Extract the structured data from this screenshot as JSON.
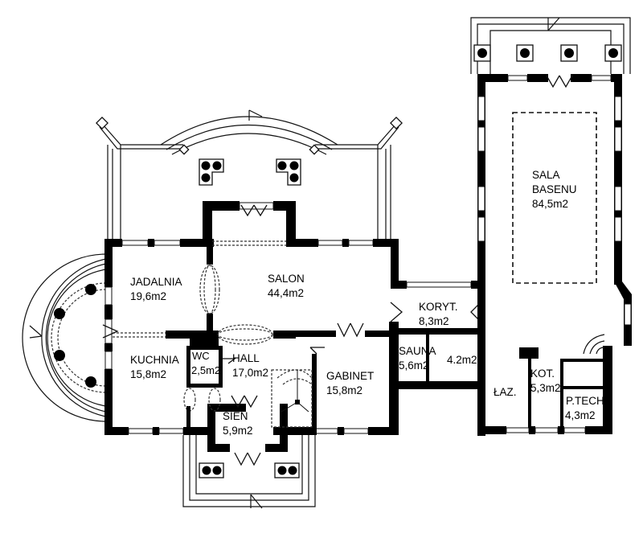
{
  "plan": {
    "title": "Floor plan - ground floor",
    "rooms": [
      {
        "id": "jadalnia",
        "name": "JADALNIA",
        "area": "19,6m2"
      },
      {
        "id": "salon",
        "name": "SALON",
        "area": "44,4m2"
      },
      {
        "id": "kuchnia",
        "name": "KUCHNIA",
        "area": "15,8m2"
      },
      {
        "id": "wc",
        "name": "WC",
        "area": "2,5m2"
      },
      {
        "id": "hall",
        "name": "HALL",
        "area": "17,0m2"
      },
      {
        "id": "gabinet",
        "name": "GABINET",
        "area": "15,8m2"
      },
      {
        "id": "sien",
        "name": "SIEŃ",
        "area": "5,9m2"
      },
      {
        "id": "koryt",
        "name": "KORYT.",
        "area": "8,3m2"
      },
      {
        "id": "sauna",
        "name": "SAUNA",
        "area": "5,6m2"
      },
      {
        "id": "shower",
        "name": "",
        "area": "4.2m2"
      },
      {
        "id": "laz",
        "name": "ŁAZ.",
        "area": ""
      },
      {
        "id": "kot",
        "name": "KOT.",
        "area": "5,3m2"
      },
      {
        "id": "ptech",
        "name": "P.TECH",
        "area": "4,3m2"
      },
      {
        "id": "sala_basenu",
        "name_line1": "SALA",
        "name_line2": "BASENU",
        "area": "84,5m2"
      }
    ]
  }
}
